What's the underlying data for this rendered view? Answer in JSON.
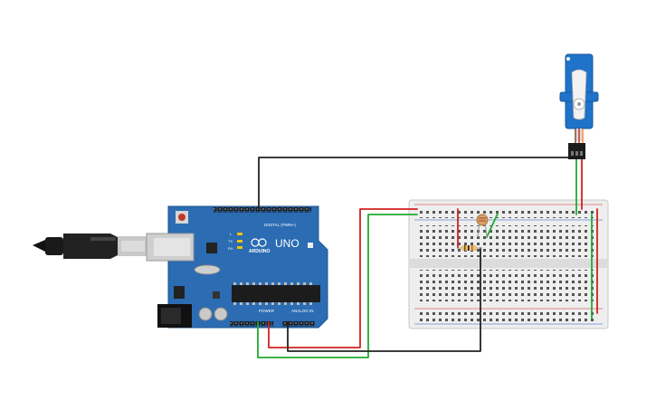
{
  "arduino": {
    "model_label": "UNO",
    "brand_label": "ARDUINO",
    "digital_header_label": "DIGITAL (PWM~)",
    "power_label": "POWER",
    "analog_label": "ANALOG IN",
    "led_labels": [
      "L",
      "TX",
      "RX"
    ],
    "board_color": "#2b6cb3"
  },
  "wire_colors": {
    "signal": "#222222",
    "power": "#d42020",
    "ground": "#22aa33"
  },
  "components": {
    "servo_color": "#1f73c9",
    "resistor_color": "#e6c27a",
    "photoresistor_color": "#d9a066"
  }
}
